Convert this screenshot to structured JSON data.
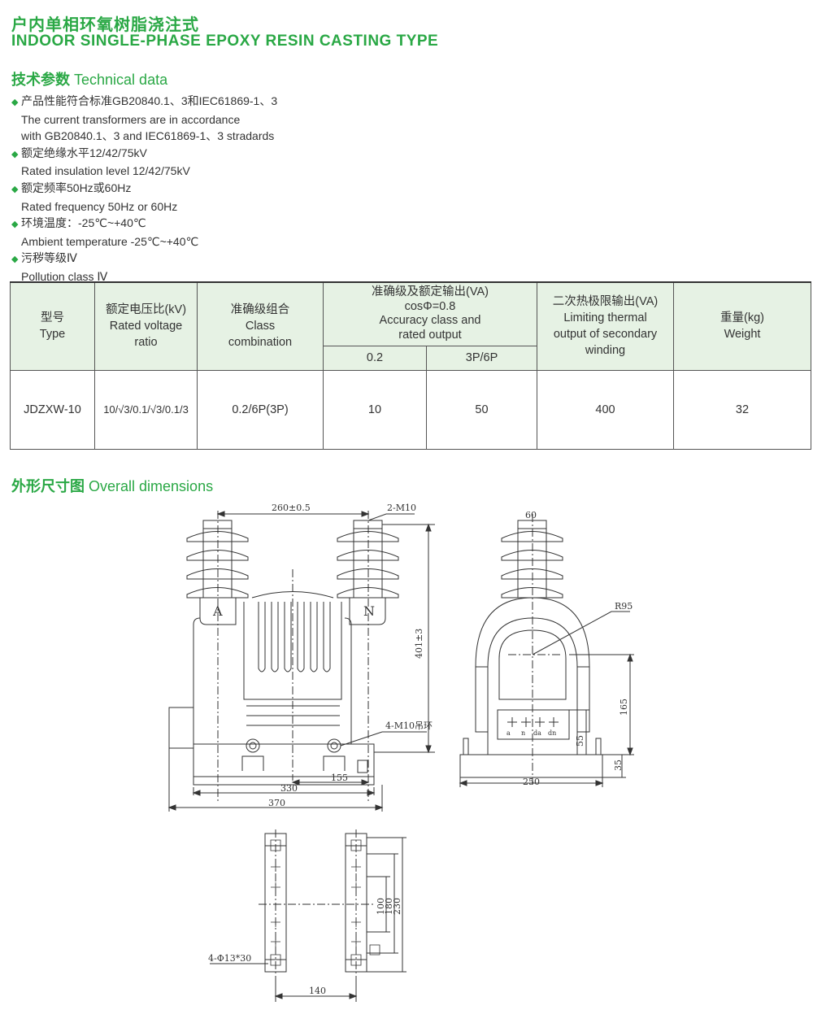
{
  "header": {
    "title_cn": "户内单相环氧树脂浇注式",
    "title_en": "INDOOR SINGLE-PHASE EPOXY RESIN CASTING TYPE"
  },
  "technical": {
    "heading_cn": "技术参数",
    "heading_en": "Technical data",
    "items": [
      {
        "cn": "产品性能符合标准GB20840.1、3和IEC61869-1、3",
        "en": [
          "The current transformers are in accordance",
          "with GB20840.1、3 and IEC61869-1、3 stradards"
        ]
      },
      {
        "cn": "额定绝缘水平12/42/75kV",
        "en": [
          "Rated insulation level 12/42/75kV"
        ]
      },
      {
        "cn": "额定频率50Hz或60Hz",
        "en": [
          "Rated frequency 50Hz or 60Hz"
        ]
      },
      {
        "cn": "环境温度：-25℃~+40℃",
        "en": [
          "Ambient temperature -25℃~+40℃"
        ]
      },
      {
        "cn": "污秽等级Ⅳ",
        "en": [
          "Pollution class Ⅳ"
        ]
      }
    ]
  },
  "table": {
    "headers": {
      "type": {
        "cn": "型号",
        "en": "Type"
      },
      "ratio": {
        "cn": "额定电压比(kV)",
        "en1": "Rated voltage",
        "en2": "ratio"
      },
      "class": {
        "cn": "准确级组合",
        "en1": "Class",
        "en2": "combination"
      },
      "accuracy": {
        "cn": "准确级及额定输出(VA)",
        "cos": "cosΦ=0.8",
        "en1": "Accuracy class and",
        "en2": "rated output",
        "sub1": "0.2",
        "sub2": "3P/6P"
      },
      "thermal": {
        "cn": "二次热极限输出(VA)",
        "en1": "Limiting thermal",
        "en2": "output of secondary",
        "en3": "winding"
      },
      "weight": {
        "cn": "重量(kg)",
        "en": "Weight"
      }
    },
    "rows": [
      {
        "type": "JDZXW-10",
        "ratio": "10/√3/0.1/√3/0.1/3",
        "class": "0.2/6P(3P)",
        "acc02": "10",
        "acc3p": "50",
        "thermal": "400",
        "weight": "32"
      }
    ]
  },
  "dimensions": {
    "heading_cn": "外形尺寸图",
    "heading_en": "Overall dimensions",
    "labels": {
      "d260": "260±0.5",
      "m10": "2-M10",
      "d401": "401±3",
      "phaseA": "A",
      "phaseN": "N",
      "lift": "4-M10吊环",
      "d330": "330",
      "d155": "155",
      "d370": "370",
      "d60": "60",
      "r95": "R95",
      "d165": "165",
      "d55": "55",
      "d35": "35",
      "d250": "250",
      "term_a": "a",
      "term_n": "n",
      "term_da": "da",
      "term_dn": "dn",
      "d100": "100",
      "d180": "180",
      "d230": "230",
      "holes": "4-Φ13*30",
      "d140": "140"
    }
  }
}
